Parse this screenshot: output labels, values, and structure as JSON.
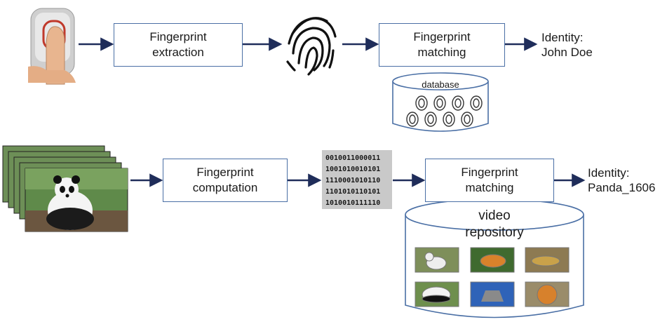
{
  "row1": {
    "extraction_label": [
      "Fingerprint",
      "extraction"
    ],
    "matching_label": [
      "Fingerprint",
      "matching"
    ],
    "identity": [
      "Identity:",
      "John Doe"
    ],
    "db_label": "database"
  },
  "row2": {
    "computation_label": [
      "Fingerprint",
      "computation"
    ],
    "matching_label": [
      "Fingerprint",
      "matching"
    ],
    "identity": [
      "Identity:",
      "Panda_1606"
    ],
    "repo_label": [
      "video",
      "repository"
    ],
    "binary": [
      "0010011000011",
      "1001010010101",
      "1110001010110",
      "1101010110101",
      "1010010111110"
    ]
  },
  "colors": {
    "arrow": "#1f2d5a",
    "box_border": "#4a6fa5",
    "panda_bg": "#5f8a4a"
  },
  "icons": [
    "fingerprint-sensor-icon",
    "fingerprint-icon",
    "video-frames-icon"
  ]
}
